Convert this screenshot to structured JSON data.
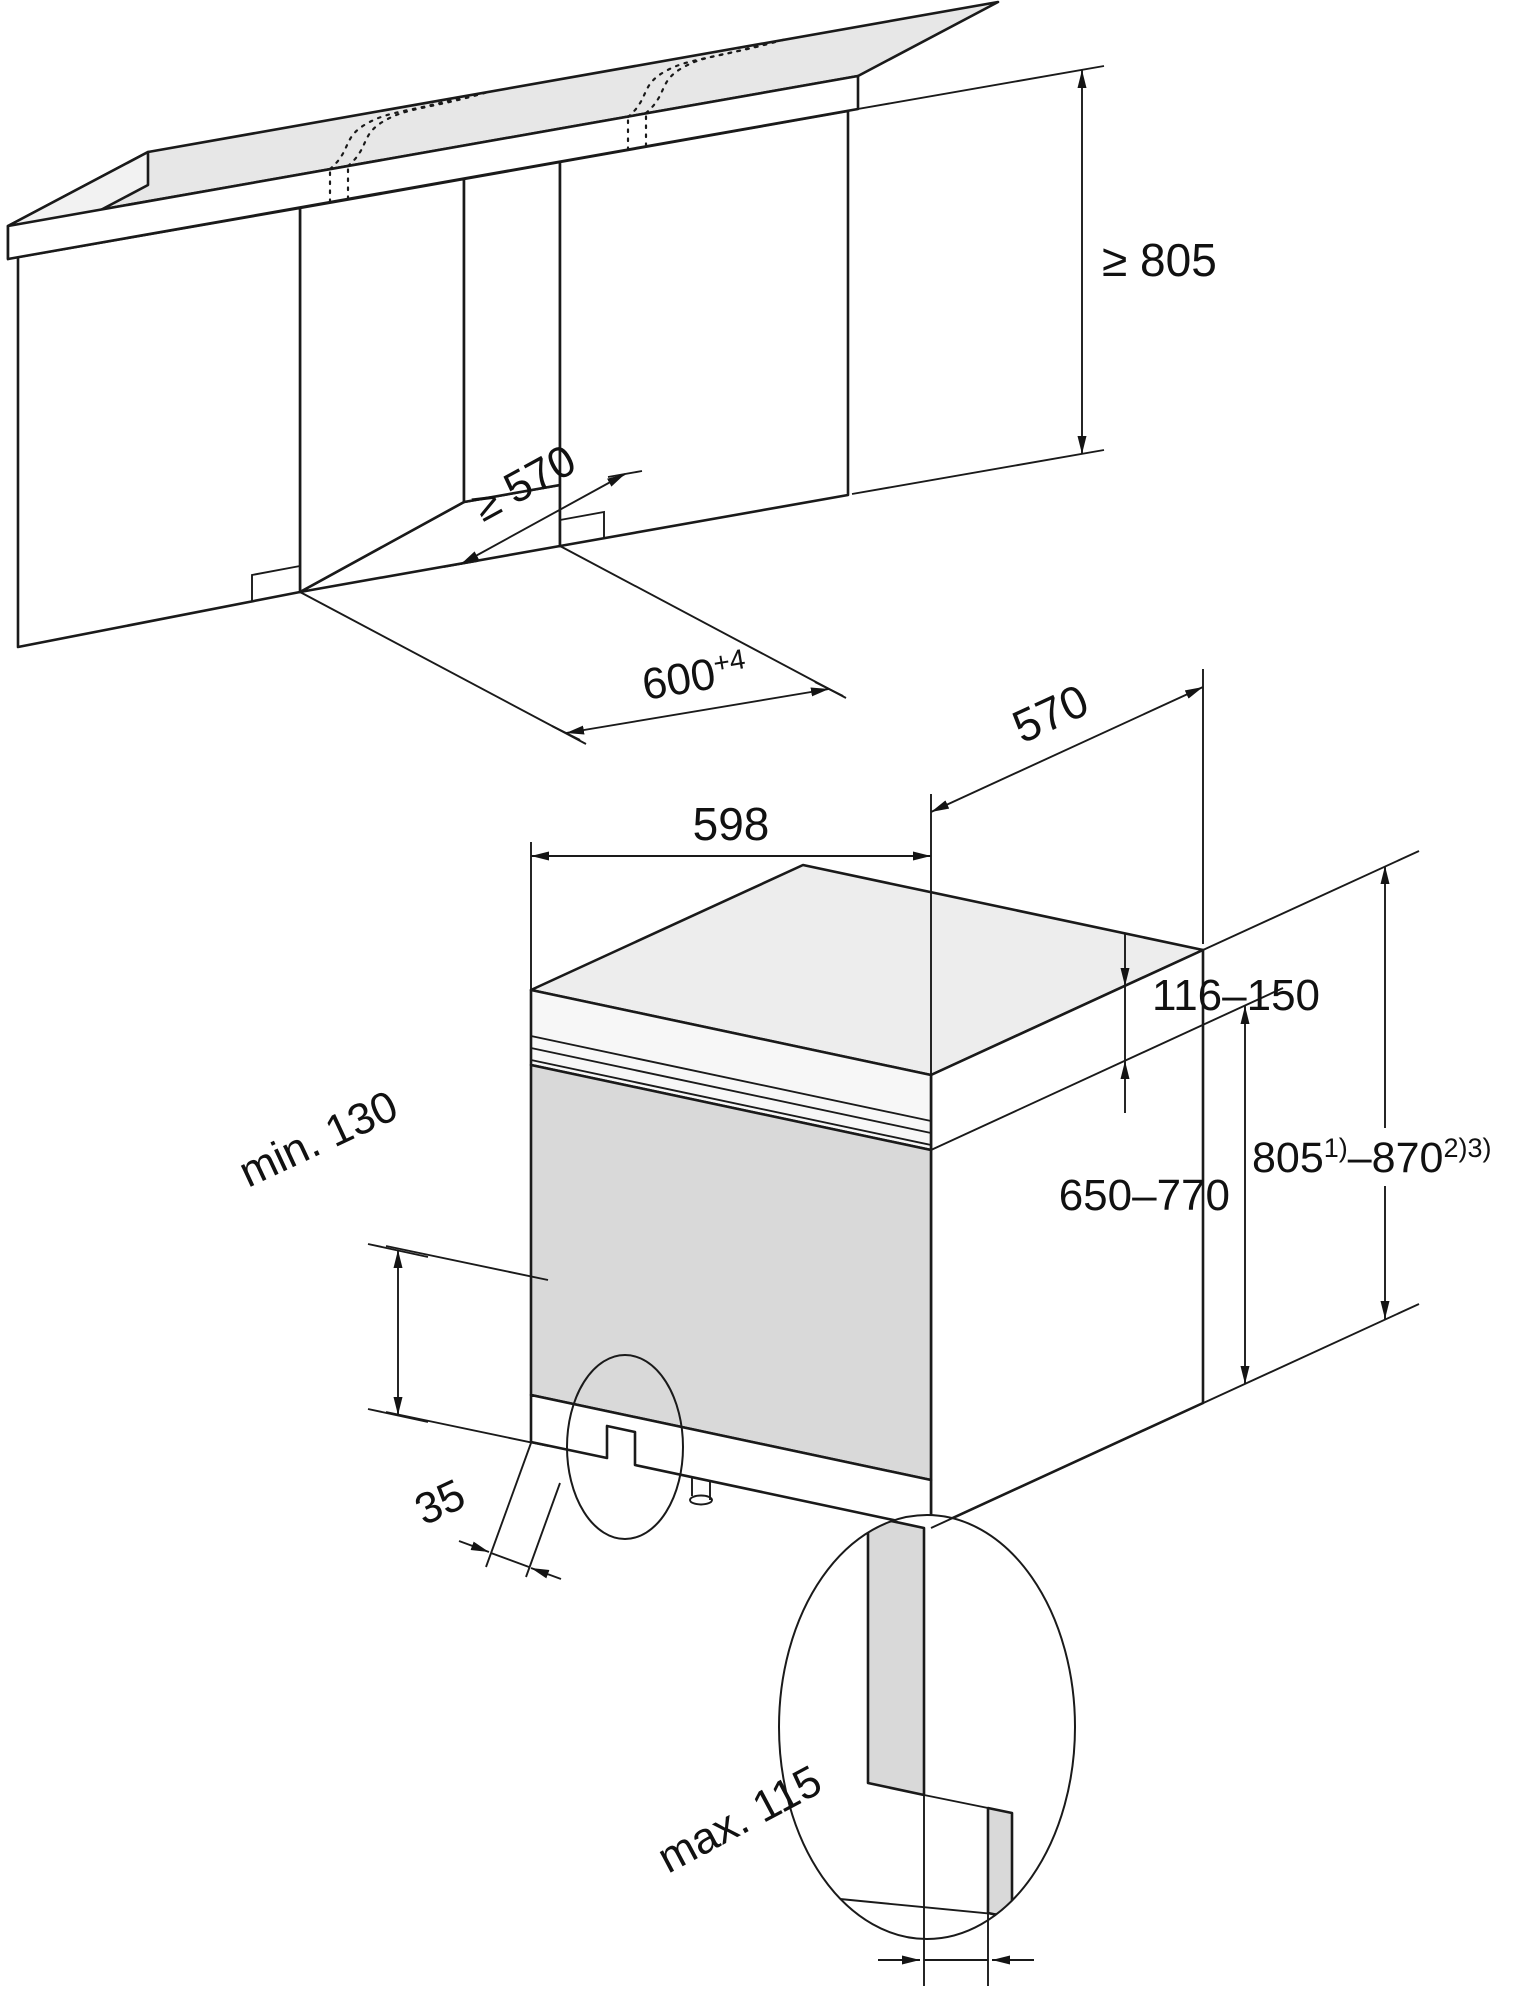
{
  "top_diagram": {
    "niche_depth": "≥ 570",
    "niche_height": "≥ 805",
    "niche_width": "600",
    "niche_width_tolerance": "+4"
  },
  "bottom_diagram": {
    "appliance_width": "598",
    "appliance_depth": "570",
    "control_panel_height": "116–150",
    "furniture_front_height": "650–770",
    "total_height_min": "805",
    "total_height_min_note": "1)",
    "total_height_max": "–870",
    "total_height_max_note": "2)3)",
    "plinth_height_min": "min. 130",
    "plinth_board_thickness": "35",
    "plinth_recess_max": "max. 115"
  }
}
